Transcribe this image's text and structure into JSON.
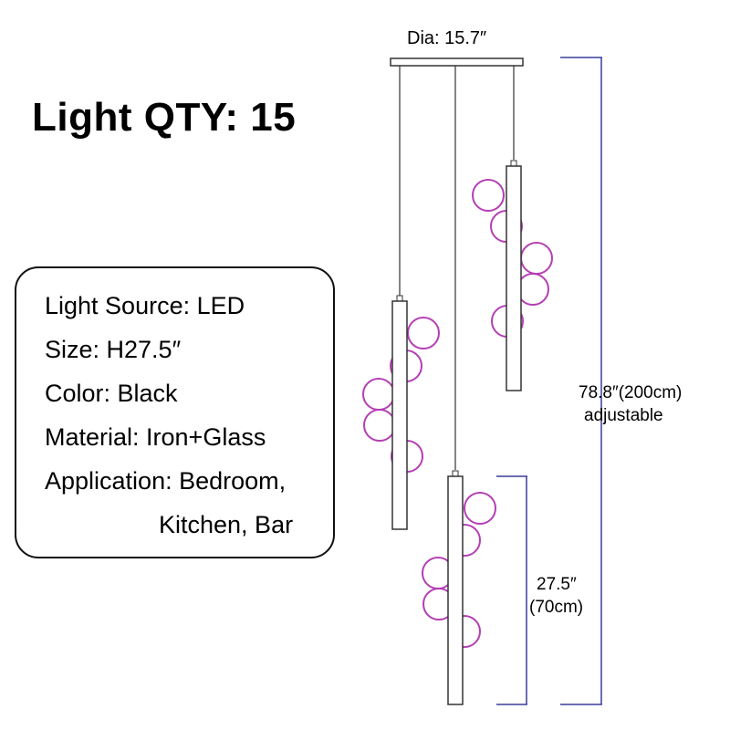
{
  "title": "Light QTY: 15",
  "specs": [
    "Light Source: LED",
    "Size: H27.5″",
    "Color: Black",
    "Material: Iron+Glass",
    "Application: Bedroom,",
    "Kitchen, Bar"
  ],
  "dimensions": {
    "diameter": "Dia: 15.7″",
    "total_height": "78.8″(200cm)",
    "total_height_note": "adjustable",
    "pendant_height_in": "27.5″",
    "pendant_height_cm": "(70cm)"
  },
  "colors": {
    "line": "#333333",
    "globe": "#b43fb4",
    "dimension": "#3a3f9a"
  }
}
